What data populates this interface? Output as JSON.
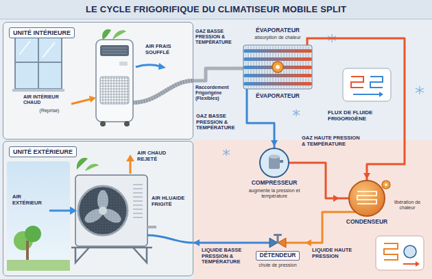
{
  "diagram": {
    "title": "LE CYCLE FRIGORIFIQUE DU CLIMATISEUR MOBILE SPLIT",
    "nodes": [
      {
        "text": [
          "UNITÉ INTÉRIEURE"
        ]
      },
      {
        "text": [
          "UNITÉ EXTÉRIEURE"
        ]
      },
      {
        "text": [
          "ÉVAPORATEUR",
          "absorption de chaleur",
          "ÉVAPORATEUR"
        ]
      },
      {
        "text": [
          "COMPRESSEUR",
          "augmente la pression et température"
        ]
      },
      {
        "text": [
          "libération de chaleur",
          "CONDENSEUR"
        ]
      },
      {
        "text": [
          "DÉTENDEUR",
          "chute de pression"
        ]
      }
    ],
    "edges": [
      {
        "from": 0,
        "to": 2,
        "arrow": "none",
        "label": "Raccordement Frigorigène (Flexibles)"
      },
      {
        "from": 2,
        "to": 3,
        "arrow": "to",
        "label": "GAZ BASSE PRESSION & TEMPÉRATURE"
      },
      {
        "from": 3,
        "to": 4,
        "arrow": "to",
        "label": "GAZ HAUTE PRESSION & TEMPÉRATURE"
      },
      {
        "from": 2,
        "to": 4,
        "arrow": "to"
      },
      {
        "from": 4,
        "to": 5,
        "arrow": "to",
        "label": "LIQUIDE HAUTE PRESSION"
      },
      {
        "from": 5,
        "to": 1,
        "arrow": "to",
        "label": "LIQUIDE BASSE PRESSION & TEMPÉRATURE"
      }
    ],
    "labels": [
      "AIR FRAIS SOUFFLÉ",
      "AIR INTÉRIEUR CHAUD",
      "(Reprise)",
      "GAZ BASSE PRESSION & TEMPÉRATURE",
      "FLUX DE FLUIDE FRIGORIGÈNE",
      "AIR CHAUD REJETÉ",
      "AIR EXTÉRIEUR",
      "AIR HLUAIDE FRIGITÉ"
    ]
  }
}
